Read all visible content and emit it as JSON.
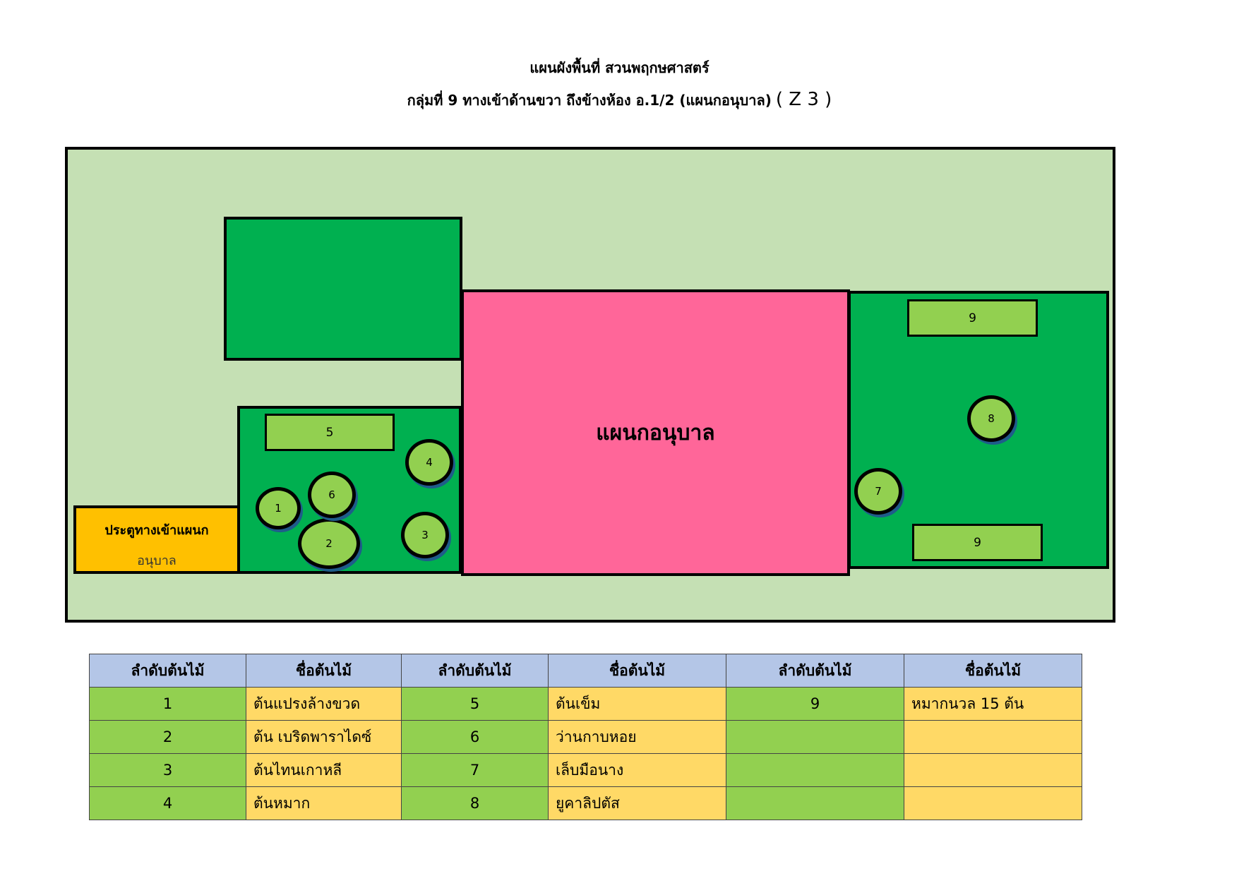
{
  "title": "แผนผังพื้นที่ สวนพฤกษศาสตร์",
  "subtitle": "กลุ่มที่ 9 ทางเข้าด้านขวา ถึงข้างห้อง อ.1/2 (แผนกอนุบาล)",
  "zone_code": "( Z 3 )",
  "map": {
    "building_label": "แผนกอนุบาล",
    "gate_line1": "ประตูทางเข้าแผนก",
    "gate_line2": "อนุบาล",
    "bed_left": "5",
    "bed_right_top": "9",
    "bed_right_bottom": "9",
    "tree_1": "1",
    "tree_2": "2",
    "tree_3": "3",
    "tree_4": "4",
    "tree_6": "6",
    "tree_7": "7",
    "tree_8": "8"
  },
  "legend": {
    "headers": [
      "ลำดับต้นไม้",
      "ชื่อต้นไม้",
      "ลำดับต้นไม้",
      "ชื่อต้นไม้",
      "ลำดับต้นไม้",
      "ชื่อต้นไม้"
    ],
    "rows": [
      [
        "1",
        "ต้นแปรงล้างขวด",
        "5",
        "ต้นเข็ม",
        "9",
        "หมากนวล 15 ต้น"
      ],
      [
        "2",
        "ต้น เบริดพาราไดซ์",
        "6",
        "ว่านกาบหอย",
        "",
        ""
      ],
      [
        "3",
        "ต้นไทนเกาหลี",
        "7",
        "เล็บมือนาง",
        "",
        ""
      ],
      [
        "4",
        "ต้นหมาก",
        "8",
        "ยูคาลิปตัส",
        "",
        ""
      ]
    ]
  },
  "colors": {
    "site": "#c5e0b4",
    "garden": "#00b050",
    "bed": "#92d050",
    "building": "#ff6699",
    "gate": "#ffc000",
    "table_header": "#b4c6e7",
    "table_name_cell": "#ffd966"
  }
}
